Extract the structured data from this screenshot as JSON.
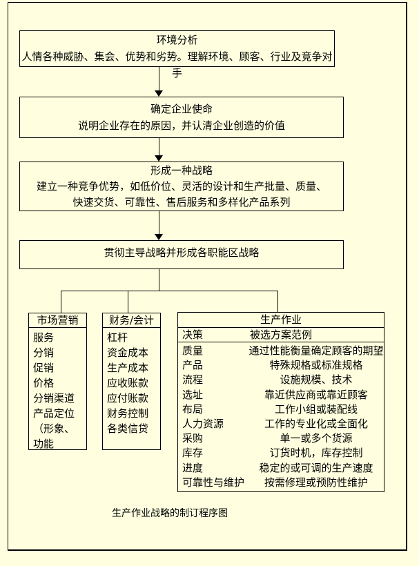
{
  "page": {
    "background_color": "#FFFFE0",
    "caption": "生产作业战略的制订程序图"
  },
  "flow_boxes": [
    {
      "title": "环境分析",
      "lines": [
        "人情各种威胁、集会、优势和劣势。理解环境、顾客、行业及竞争对手"
      ]
    },
    {
      "title": "确定企业使命",
      "lines": [
        "说明企业存在的原因，并认清企业创造的价值"
      ]
    },
    {
      "title": "形成一种战略",
      "lines": [
        "建立一种竞争优势，如低价位、灵活的设计和生产批量、质量、",
        "快速交货、可靠性、售后服务和多样化产品系列"
      ]
    },
    {
      "title": "贯彻主导战略并形成各职能区战略",
      "lines": []
    }
  ],
  "branches": {
    "marketing": {
      "title": "市场营销",
      "items": [
        "服务",
        "分销",
        "促销",
        "价格",
        "分销渠道",
        "产品定位",
        "（形象、",
        "功能"
      ]
    },
    "finance": {
      "title": "财务/会计",
      "items": [
        "杠杆",
        "资金成本",
        "生产成本",
        "应收账款",
        "应付账款",
        "财务控制",
        "各类信贷"
      ]
    },
    "production": {
      "title": "生产作业",
      "col1_header": "决策",
      "col2_header": "被选方案范例",
      "rows": [
        {
          "decision": "质量",
          "option": "通过性能衡量确定顾客的期望"
        },
        {
          "decision": "产品",
          "option": "特殊规格或标准规格"
        },
        {
          "decision": "流程",
          "option": "设施规模、技术"
        },
        {
          "decision": "选址",
          "option": "靠近供应商或靠近顾客"
        },
        {
          "decision": "布局",
          "option": "工作小组或装配线"
        },
        {
          "decision": "人力资源",
          "option": "工作的专业化或全面化"
        },
        {
          "decision": "采购",
          "option": "单一或多个货源"
        },
        {
          "decision": "库存",
          "option": "订货时机，库存控制"
        },
        {
          "decision": "进度",
          "option": "稳定的或可调的生产速度"
        },
        {
          "decision": "可靠性与维护",
          "option": "按需修理或预防性维护"
        }
      ]
    }
  }
}
